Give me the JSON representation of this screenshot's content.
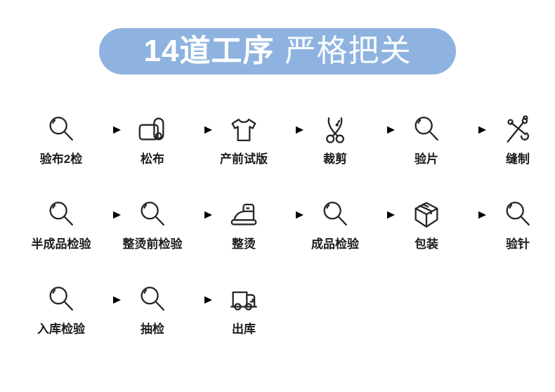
{
  "banner": {
    "bold_text": "14道工序",
    "light_text": "严格把关",
    "bg_color": "#8FB3E0",
    "text_color": "#FFFFFF"
  },
  "colors": {
    "icon_stroke": "#262626",
    "label_color": "#1C1C1C",
    "arrow_color": "#1A1A1A",
    "background": "#FFFFFF"
  },
  "process_rows": [
    {
      "steps": [
        {
          "icon": "magnifier-icon",
          "label": "验布2检"
        },
        {
          "icon": "fabric-roll-icon",
          "label": "松布"
        },
        {
          "icon": "tshirt-icon",
          "label": "产前试版"
        },
        {
          "icon": "scissors-icon",
          "label": "裁剪"
        },
        {
          "icon": "magnifier-icon",
          "label": "验片"
        },
        {
          "icon": "needle-thread-icon",
          "label": "缝制"
        }
      ]
    },
    {
      "steps": [
        {
          "icon": "magnifier-icon",
          "label": "半成品检验"
        },
        {
          "icon": "magnifier-icon",
          "label": "整烫前检验"
        },
        {
          "icon": "iron-icon",
          "label": "整烫"
        },
        {
          "icon": "magnifier-icon",
          "label": "成品检验"
        },
        {
          "icon": "box-icon",
          "label": "包装"
        },
        {
          "icon": "magnifier-icon",
          "label": "验针"
        }
      ]
    },
    {
      "steps": [
        {
          "icon": "magnifier-icon",
          "label": "入库检验"
        },
        {
          "icon": "magnifier-icon",
          "label": "抽检"
        },
        {
          "icon": "truck-icon",
          "label": "出库"
        }
      ]
    }
  ]
}
